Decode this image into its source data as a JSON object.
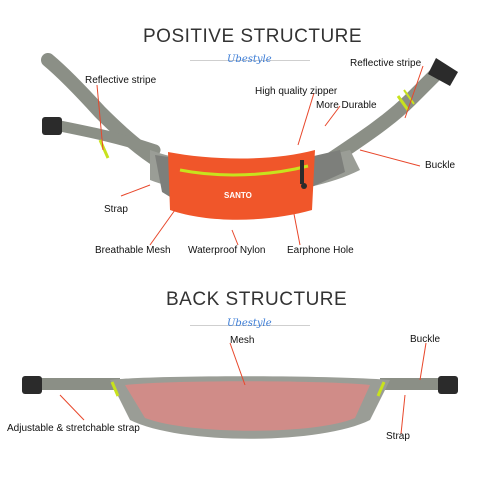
{
  "front": {
    "title": "POSITIVE STRUCTURE",
    "brand": "Ubestyle",
    "product_logo": "SANTO",
    "labels": {
      "reflective_left": "Reflective stripe",
      "reflective_right": "Reflective stripe",
      "zipper": "High quality zipper",
      "durable": "More Durable",
      "buckle": "Buckle",
      "strap": "Strap",
      "mesh": "Breathable Mesh",
      "nylon": "Waterproof Nylon",
      "earphone": "Earphone Hole"
    }
  },
  "back": {
    "title": "BACK STRUCTURE",
    "brand": "Ubestyle",
    "labels": {
      "mesh": "Mesh",
      "buckle": "Buckle",
      "strap": "Strap",
      "adjustable": "Adjustable & stretchable strap"
    }
  },
  "colors": {
    "leader": "#e8472b",
    "strap": "#8b8f86",
    "accent": "#c8e21d",
    "pouch": "#f0562a",
    "mesh": "#8e8e8e",
    "back_mesh": "#d98a86"
  }
}
